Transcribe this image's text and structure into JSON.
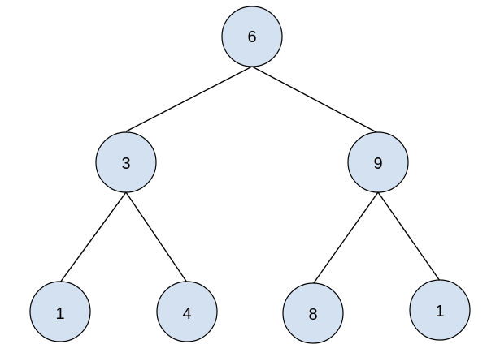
{
  "tree": {
    "node_fill": "#d4e1f0",
    "root": {
      "label": "6"
    },
    "left": {
      "label": "3"
    },
    "right": {
      "label": "9"
    },
    "left_left": {
      "label": "1"
    },
    "left_right": {
      "label": "4"
    },
    "right_left": {
      "label": "8"
    },
    "right_right": {
      "label": "1"
    }
  }
}
